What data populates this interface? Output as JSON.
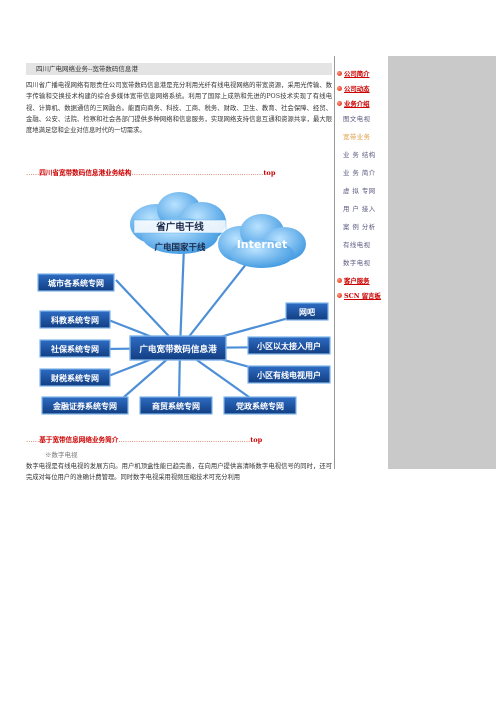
{
  "breadcrumb": "四川广电网络业务--宽带数码信息港",
  "intro": "四川省广播电视网络有限责任公司宽带数码信息港是充分利用光纤有线电视网络的带宽资源，采用光传输、数字传输和交换技术构建的综合多媒体宽带信息网络系统。利用了国际上成熟和先进的POS技术实现了有线电视、计算机、数据通信的三网融合。能面向商务、科技、工商、税务、财政、卫生、教育、社会保障、经贸、金融、公安、法院、检察和社会各部门提供多种网络和信息服务，实现网络支持信息互通和资源共享，最大限度地满足您和企业对信息时代的一切需求。",
  "section1": {
    "dots": "……",
    "title": "四川省宽带数码信息港业务结构",
    "leader": "……………………………………………………",
    "top": "top"
  },
  "section2": {
    "dots": "……",
    "title": "基于宽带信息网络业务简介",
    "leader": "……………………………………………………",
    "top": "top"
  },
  "diagram": {
    "cloud_left": "省广电干线",
    "cloud_left_sub": "广电国家干线",
    "cloud_right": "Internet",
    "hub": "广电宽带数码信息港",
    "nodes_left": [
      "城市各系统专网",
      "科教系统专网",
      "社保系统专网",
      "财税系统专网",
      "金融证券系统专网"
    ],
    "node_bottom_mid": "商贸系统专网",
    "node_bottom_right": "党政系统专网",
    "nodes_right": [
      "网吧",
      "小区以太接入用户",
      "小区有线电视用户"
    ],
    "colors": {
      "box": "#1a4f9c",
      "box_edge": "#7fb4ea",
      "line": "#4d8fd6",
      "cloud": "#5aaee8"
    }
  },
  "sub_heading": "※数字电视",
  "para2": "数字电视是有线电视的发展方向。用户机顶盒性能已趋完善，在向用户提供高清晰数字电视信号的同时，还可完成对每位用户的准确计费管理。同时数字电视采用视频压缩技术可充分利用",
  "nav": [
    {
      "label": "公司简介",
      "type": "main"
    },
    {
      "label": "公司动态",
      "type": "main"
    },
    {
      "label": "业务介绍",
      "type": "main"
    },
    {
      "label": "图文电视",
      "type": "sub"
    },
    {
      "label": "宽带业务",
      "type": "sub",
      "active": true
    },
    {
      "label": "业 务 结构",
      "type": "sub"
    },
    {
      "label": "业 务 简介",
      "type": "sub"
    },
    {
      "label": "虚 拟 专网",
      "type": "sub"
    },
    {
      "label": "用 户 接入",
      "type": "sub"
    },
    {
      "label": "案 例 分析",
      "type": "sub"
    },
    {
      "label": "有线电视",
      "type": "sub"
    },
    {
      "label": "数字电视",
      "type": "sub"
    },
    {
      "label": "客户服务",
      "type": "main"
    },
    {
      "label": "SCN 留言板",
      "type": "main"
    }
  ]
}
